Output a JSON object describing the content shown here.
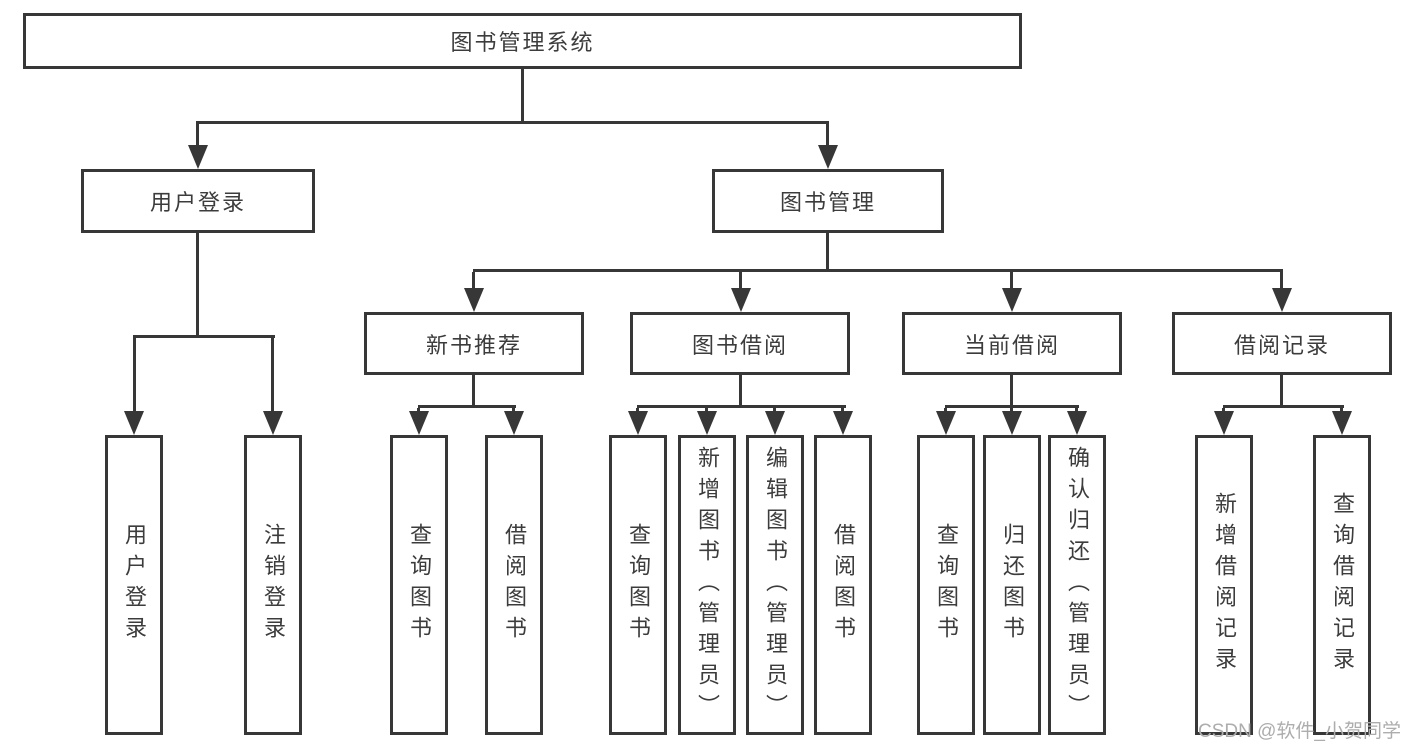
{
  "diagram": {
    "root": {
      "label": "图书管理系统",
      "children": [
        {
          "label": "用户登录",
          "children": [
            {
              "label": "用户登录"
            },
            {
              "label": "注销登录"
            }
          ]
        },
        {
          "label": "图书管理",
          "children": [
            {
              "label": "新书推荐",
              "children": [
                {
                  "label": "查询图书"
                },
                {
                  "label": "借阅图书"
                }
              ]
            },
            {
              "label": "图书借阅",
              "children": [
                {
                  "label": "查询图书"
                },
                {
                  "label": "新增图书（管理员）"
                },
                {
                  "label": "编辑图书（管理员）"
                },
                {
                  "label": "借阅图书"
                }
              ]
            },
            {
              "label": "当前借阅",
              "children": [
                {
                  "label": "查询图书"
                },
                {
                  "label": "归还图书"
                },
                {
                  "label": "确认归还（管理员）"
                }
              ]
            },
            {
              "label": "借阅记录",
              "children": [
                {
                  "label": "新增借阅记录"
                },
                {
                  "label": "查询借阅记录"
                }
              ]
            }
          ]
        }
      ]
    }
  },
  "watermark": {
    "text": "CSDN @软件_小贺同学"
  },
  "colors": {
    "line": "#373737",
    "text": "#3c3c3c",
    "background": "#ffffff",
    "watermark": "#adadad"
  }
}
